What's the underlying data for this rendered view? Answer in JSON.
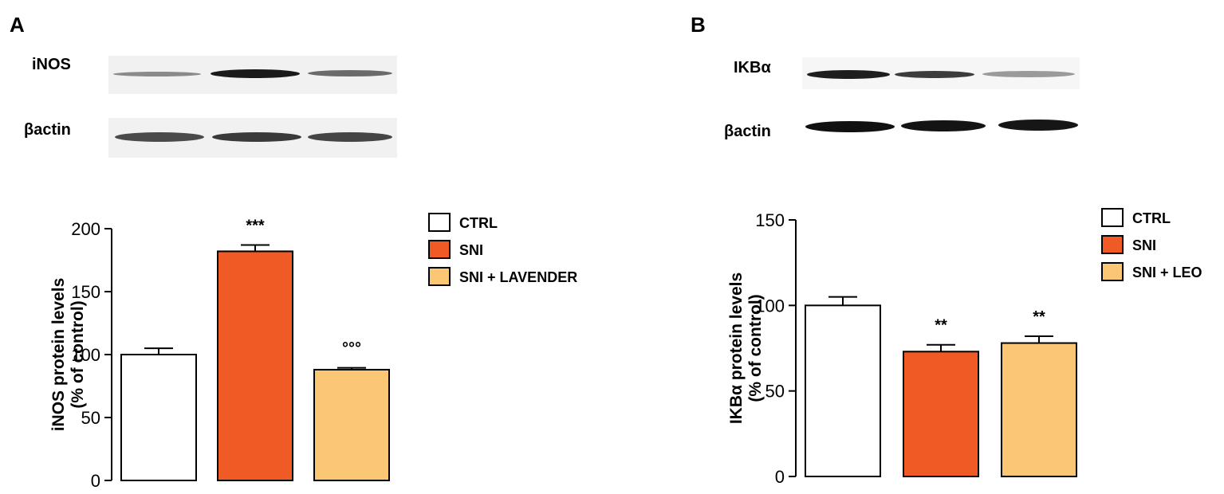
{
  "panels": [
    {
      "letter": "A",
      "blot": {
        "target_label": "iNOS",
        "loading_label": "βactin"
      }
    },
    {
      "letter": "B",
      "blot": {
        "target_label": "IKBα",
        "loading_label": "βactin"
      }
    }
  ],
  "colors": {
    "CTRL": "#ffffff",
    "SNI": "#f05a24",
    "treatment": "#fcc774",
    "outline": "#000000"
  },
  "chart_data": [
    {
      "type": "bar",
      "ylabel": "iNOS protein levels (% of control)",
      "ylabel_lines": [
        "iNOS protein levels",
        "(% of control)"
      ],
      "yticks": [
        0,
        50,
        100,
        150,
        200
      ],
      "ylim": [
        0,
        200
      ],
      "categories": [
        "CTRL",
        "SNI",
        "SNI + LAVENDER"
      ],
      "values": [
        100,
        182,
        88
      ],
      "errors": [
        5,
        5,
        1.5
      ],
      "annotations": [
        "",
        "***",
        "°°°"
      ],
      "legend": [
        "CTRL",
        "SNI",
        "SNI + LAVENDER"
      ],
      "legend_placement": "top-right",
      "grid": false
    },
    {
      "type": "bar",
      "ylabel": "IKBα protein levels (% of control)",
      "ylabel_lines": [
        "IKBα protein levels",
        "(% of control)"
      ],
      "yticks": [
        0,
        50,
        100,
        150
      ],
      "ylim": [
        0,
        150
      ],
      "categories": [
        "CTRL",
        "SNI",
        "SNI + LEO"
      ],
      "values": [
        100,
        73,
        78
      ],
      "errors": [
        5,
        4,
        4
      ],
      "annotations": [
        "",
        "**",
        "**"
      ],
      "legend": [
        "CTRL",
        "SNI",
        "SNI + LEO"
      ],
      "legend_placement": "top-right",
      "grid": false
    }
  ]
}
